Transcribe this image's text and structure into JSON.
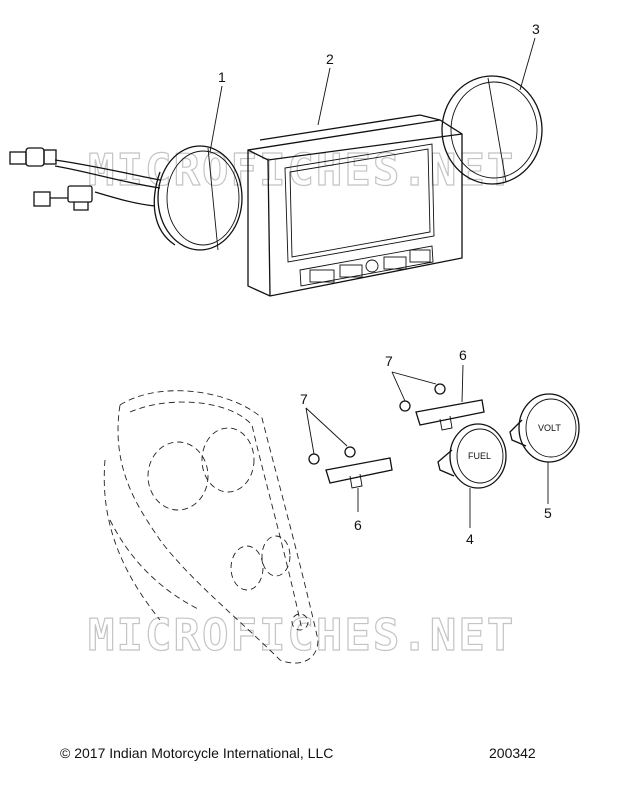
{
  "watermarks": [
    "MICROFICHES.NET",
    "MICROFICHES.NET"
  ],
  "callouts": [
    {
      "id": "c1",
      "label": "1"
    },
    {
      "id": "c2",
      "label": "2"
    },
    {
      "id": "c3",
      "label": "3"
    },
    {
      "id": "c7a",
      "label": "7"
    },
    {
      "id": "c6a",
      "label": "6"
    },
    {
      "id": "c7b",
      "label": "7"
    },
    {
      "id": "c6b",
      "label": "6"
    },
    {
      "id": "c4",
      "label": "4"
    },
    {
      "id": "c5",
      "label": "5"
    }
  ],
  "gauges": {
    "fuel": "FUEL",
    "volt": "VOLT"
  },
  "footer": {
    "copyright": "© 2017 Indian Motorcycle International, LLC",
    "diagram_number": "200342"
  }
}
